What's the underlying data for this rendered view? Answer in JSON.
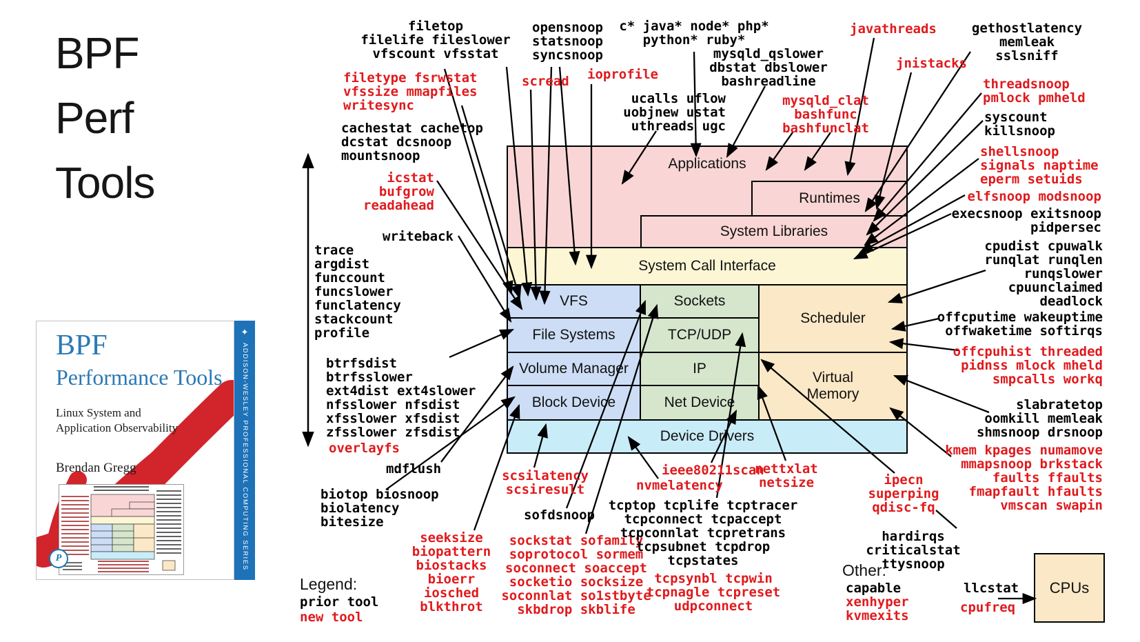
{
  "title": {
    "text": "BPF\nPerf\nTools"
  },
  "colors": {
    "new": "#e01a1d",
    "prior": "#000000",
    "pink": "#f9d6d5",
    "yellow": "#fcf6d5",
    "blue": "#cdddf6",
    "green": "#d6e6cd",
    "tan": "#fbe8c6",
    "ltblue": "#c9ecf9",
    "bookblue": "#2a79b5",
    "spine": "#1d72b8",
    "brush": "#d2242b"
  },
  "legend": {
    "heading": "Legend:",
    "prior_tool": "prior tool",
    "new_tool": "new tool"
  },
  "other": {
    "heading": "Other:",
    "tools_prior": "capable",
    "tools_new": "xenhyper\nkvmexits"
  },
  "cpus": {
    "label": "CPUs",
    "tool_prior": "llcstat",
    "tool_new": "cpufreq"
  },
  "stack": {
    "applications": "Applications",
    "runtimes": "Runtimes",
    "system_libraries": "System Libraries",
    "system_call_interface": "System Call Interface",
    "vfs": "VFS",
    "file_systems": "File Systems",
    "volume_manager": "Volume Manager",
    "block_device": "Block Device",
    "sockets": "Sockets",
    "tcp_udp": "TCP/UDP",
    "ip": "IP",
    "net_device": "Net Device",
    "scheduler": "Scheduler",
    "virtual_memory": "Virtual\nMemory",
    "device_drivers": "Device Drivers"
  },
  "book": {
    "title_line1": "BPF",
    "title_line2": "Performance Tools",
    "subtitle": "Linux System and\nApplication Observability",
    "author": "Brendan Gregg",
    "spine_star": "✦",
    "spine_text": "ADDISON-WESLEY PROFESSIONAL COMPUTING SERIES",
    "publisher_initial": "P"
  },
  "tools": {
    "filetop_grp": "filetop\nfilelife fileslower\nvfscount vfsstat",
    "filetype_grp": "filetype fsrwstat\nvfssize mmapfiles\nwritesync",
    "scread": "scread",
    "opensnoop_grp": "opensnoop\nstatsnoop\nsyncsnoop",
    "langs": "c* java* node* php*\npython* ruby*",
    "ioprofile": "ioprofile",
    "ucalls_grp": "ucalls uflow\nuobjnew ustat\nuthreads ugc",
    "mysqld_grp": "mysqld_qslower\ndbstat dbslower\nbashreadline",
    "mysqld_new_grp": "mysqld_clat\nbashfunc\nbashfunclat",
    "javathreads": "javathreads",
    "jnistacks": "jnistacks",
    "gethost_grp": "gethostlatency\nmemleak\nsslsniff",
    "threadsnoop_grp": "threadsnoop\npmlock pmheld",
    "syscount_grp": "syscount\nkillsnoop",
    "shellsnoop_grp": "shellsnoop\nsignals naptime\neperm setuids",
    "elfsnoop_grp": "elfsnoop modsnoop",
    "execsnoop_grp": "execsnoop exitsnoop\npidpersec",
    "cpudist_grp": "cpudist cpuwalk\nrunqlat runqlen\nrunqslower\ncpuunclaimed\ndeadlock",
    "offcputime_grp": "offcputime wakeuptime\noffwaketime softirqs",
    "offcpuhist_grp": "offcpuhist threaded\npidnss mlock mheld\nsmpcalls workq",
    "slab_grp": "slabratetop\noomkill memleak\nshmsnoop drsnoop",
    "kmem_grp": "kmem kpages numamove\nmmapsnoop brkstack\nfaults ffaults\nfmapfault hfaults\nvmscan swapin",
    "hardirqs_grp": "hardirqs\ncriticalstat\nttysnoop",
    "cachestat_grp": "cachestat cachetop\ndcstat dcsnoop\nmountsnoop",
    "icstat_grp": "icstat\nbufgrow\nreadahead",
    "writeback": "writeback",
    "trace_grp": "trace\nargdist\nfunccount\nfuncslower\nfunclatency\nstackcount\nprofile",
    "fsdist_grp": "btrfsdist\nbtrfsslower\next4dist ext4slower\nnfsslower nfsdist\nxfsslower xfsdist\nzfsslower zfsdist",
    "overlayfs": "overlayfs",
    "mdflush": "mdflush",
    "bio_grp": "biotop biosnoop\nbiolatency\nbitesize",
    "seeksize_grp": "seeksize\nbiopattern\nbiostacks\nbioerr\niosched\nblkthrot",
    "scsi_grp": "scsilatency\nscsiresult",
    "sofdsnoop": "sofdsnoop",
    "sock_grp": "sockstat sofamily\nsoprotocol sormem\nsoconnect soaccept\nsocketio socksize\nsoconnlat so1stbyte\nskbdrop skblife",
    "ieee": "ieee80211scan",
    "nvme": "nvmelatency",
    "tcp_grp": "tcptop tcplife tcptracer\ntcpconnect tcpaccept\ntcpconnlat tcpretrans\ntcpsubnet tcpdrop\ntcpstates",
    "tcp_new_grp": "tcpsynbl tcpwin\ntcpnagle tcpreset\nudpconnect",
    "nettxlat_grp": "nettxlat\nnetsize",
    "ipecn_grp": "ipecn\nsuperping\nqdisc-fq"
  }
}
